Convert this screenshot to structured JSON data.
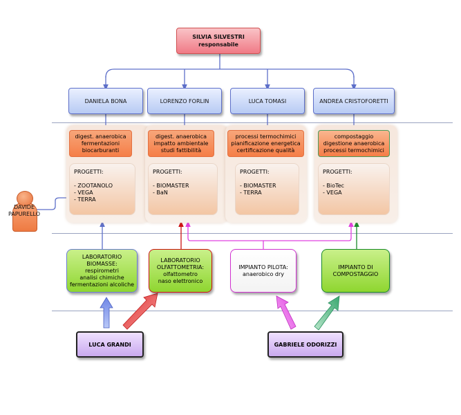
{
  "head": {
    "name": "SILVIA SILVESTRI",
    "role": "responsabile"
  },
  "researchers": [
    {
      "name": "DANIELA BONA",
      "topics": [
        "digest. anaerobica",
        "fermentazioni",
        "biocarburanti"
      ],
      "projects_title": "PROGETTI:",
      "projects": [
        "- ZOOTANOLO",
        "- VEGA",
        "- TERRA"
      ]
    },
    {
      "name": "LORENZO FORLIN",
      "topics": [
        "digest. anaerobica",
        "impatto ambientale",
        "studi fattibilità"
      ],
      "projects_title": "PROGETTI:",
      "projects": [
        "- BIOMASTER",
        "- BaN"
      ]
    },
    {
      "name": "LUCA TOMASI",
      "topics": [
        "processi termochimici",
        "pianificazione energetica",
        "certificazione qualità"
      ],
      "projects_title": "PROGETTI:",
      "projects": [
        "- BIOMASTER",
        "- TERRA"
      ]
    },
    {
      "name": "ANDREA CRISTOFORETTI",
      "topics": [
        "compostaggio",
        "digestione anaerobica",
        "processi termochimici"
      ],
      "projects_title": "PROGETTI:",
      "projects": [
        "- BioTec",
        "- VEGA"
      ]
    }
  ],
  "side_person": {
    "lines": [
      "DAVIDE",
      "PAPURELLO"
    ]
  },
  "facilities": [
    {
      "lines": [
        "LABORATORIO",
        "BIOMASSE:",
        "respirometri",
        "analisi chimiche",
        "fermentazioni alcoliche"
      ]
    },
    {
      "lines": [
        "LABORATORIO",
        "OLFATTOMETRIA:",
        "olfattometro",
        "naso elettronico"
      ]
    },
    {
      "lines": [
        "IMPIANTO PILOTA:",
        "anaerobico dry"
      ]
    },
    {
      "lines": [
        "IMPIANTO DI",
        "COMPOSTAGGIO"
      ]
    }
  ],
  "technicians": [
    {
      "name": "LUCA GRANDI"
    },
    {
      "name": "GABRIELE ODORIZZI"
    }
  ],
  "colors": {
    "head_fill": "#f07a86",
    "researcher_fill": "#b7caf3",
    "topic_fill": "#f57e47",
    "biomasse_fill": "#a9e34b",
    "olfatto_fill": "#a9e34b",
    "pilota_fill": "#ffffff",
    "compost_fill": "#a9e34b",
    "technician_fill": "#c9a9ee",
    "connector_blue": "#5d6fc9",
    "arrow_red": "#cc1111",
    "arrow_magenta": "#e040e0",
    "arrow_green": "#1a8a2a"
  }
}
